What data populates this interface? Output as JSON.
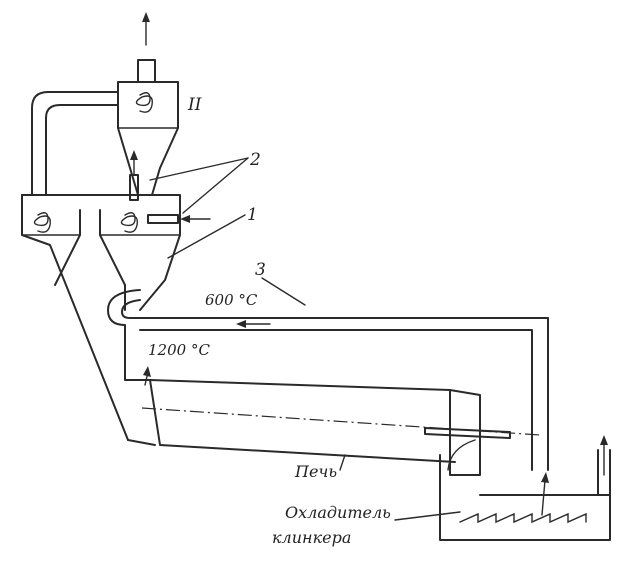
{
  "labels": {
    "stage_top": "II",
    "pipe_2": "2",
    "cyclone_1": "1",
    "duct_3": "3",
    "temp_600": "600 °C",
    "temp_1200": "1200 °C",
    "kiln": "Печь",
    "cooler_line1": "Охладитель",
    "cooler_line2": "клинкера"
  }
}
